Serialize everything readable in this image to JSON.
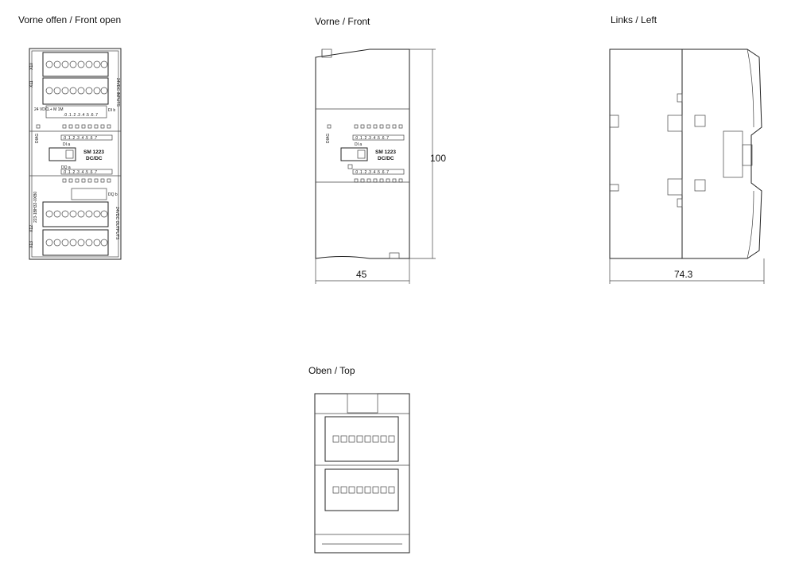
{
  "views": {
    "front_open": {
      "title": "Vorne offen / Front open"
    },
    "front": {
      "title": "Vorne / Front",
      "dim_height": "100",
      "dim_width": "45"
    },
    "left": {
      "title": "Links / Left",
      "dim_width": "74.3"
    },
    "top": {
      "title": "Oben / Top"
    }
  },
  "module": {
    "name": "SM 1223",
    "type": "DC/DC",
    "x10": "X10",
    "x11": "X11",
    "x12": "X12",
    "x13": "X13",
    "input_label": "24VDC INPUTS",
    "output_label": "24VDC OUTPUTS",
    "part_number": "223-1BH32-0XB0",
    "diag": "DIAG",
    "di_a": "DI a",
    "dq_a": "DQ a",
    "dq_b": "DQ b",
    "di_b": "DI b",
    "m_label": "L+ M 1M",
    "channels_in": ".0 .1 .2 .3 .4 .5 .6 .7",
    "channels_out": ".0 .1 .2 .3 .4 .5 .6 .7",
    "v24": "24 VDC"
  }
}
